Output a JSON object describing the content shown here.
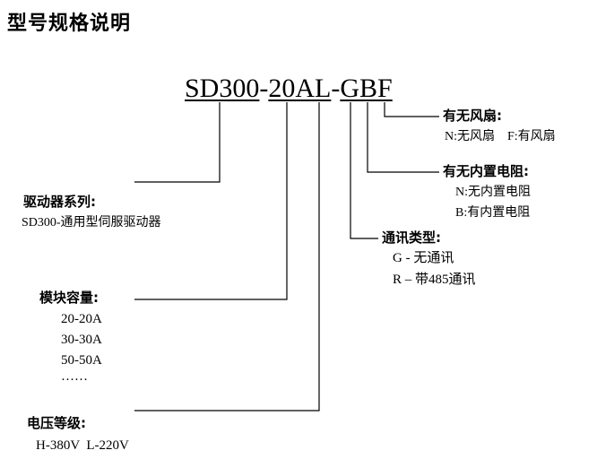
{
  "title": "型号规格说明",
  "model": {
    "parts": [
      "SD300",
      "-",
      "20A",
      "L",
      "-",
      "G",
      "B",
      "F"
    ]
  },
  "fan": {
    "heading": "有无风扇:",
    "options": "N:无风扇    F:有风扇"
  },
  "resistor": {
    "heading": "有无内置电阻:",
    "options": [
      "N:无内置电阻",
      "B:有内置电阻"
    ]
  },
  "comm": {
    "heading": "通讯类型:",
    "options": [
      "G - 无通讯",
      "R – 带485通讯"
    ]
  },
  "series": {
    "heading": "驱动器系列:",
    "desc": "SD300-通用型伺服驱动器"
  },
  "capacity": {
    "heading": "模块容量:",
    "options": [
      "20-20A",
      "30-30A",
      "50-50A",
      "……"
    ]
  },
  "voltage": {
    "heading": "电压等级:",
    "options": "H-380V  L-220V"
  },
  "colors": {
    "line": "#000000",
    "text": "#000000",
    "background": "#ffffff"
  }
}
